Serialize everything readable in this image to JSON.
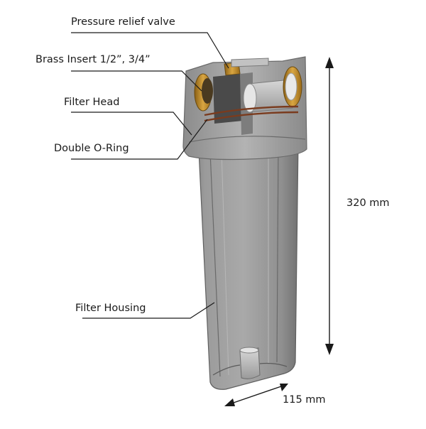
{
  "labels": {
    "pressure_relief_valve": "Pressure relief valve",
    "brass_insert": "Brass Insert 1/2”, 3/4”",
    "filter_head": "Filter Head",
    "double_o_ring": "Double O-Ring",
    "filter_housing": "Filter Housing"
  },
  "dimensions": {
    "height": "320 mm",
    "width": "115 mm"
  },
  "colors": {
    "housing": "#8a8a8a",
    "housing_dark": "#6e6e6e",
    "head": "#9a9a9a",
    "brass": "#b8862a",
    "o_ring": "#7a3b1e",
    "line": "#1a1a1a"
  }
}
